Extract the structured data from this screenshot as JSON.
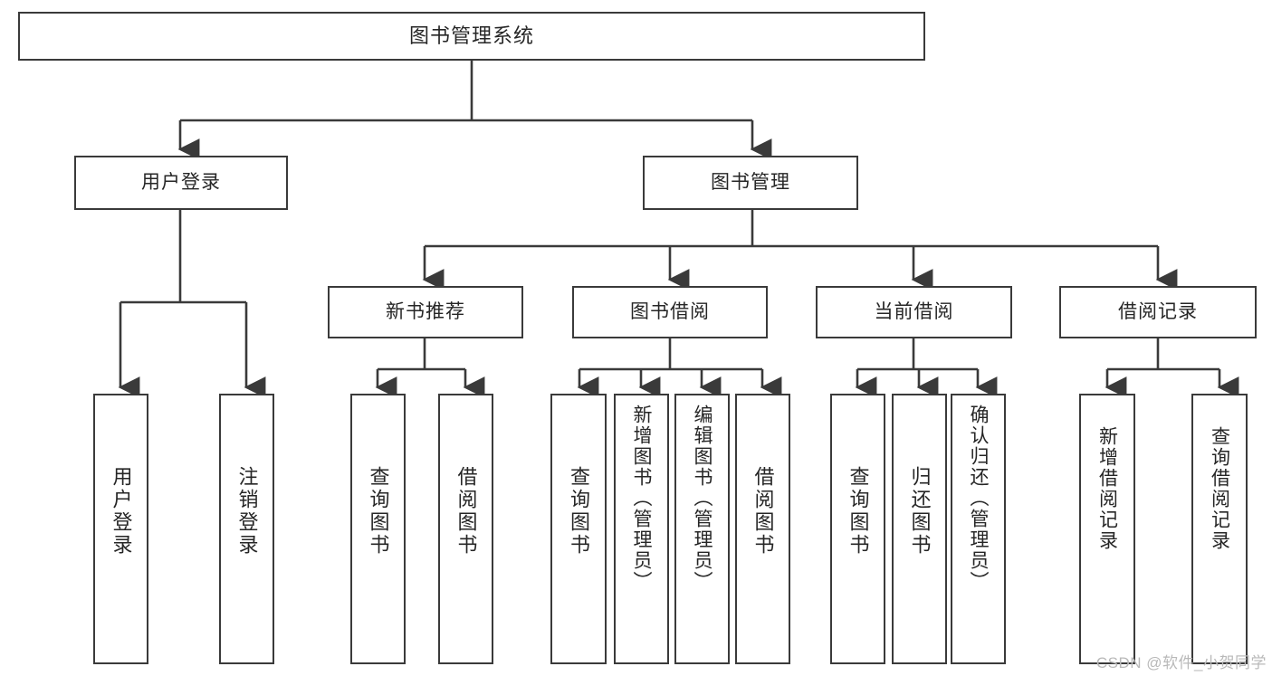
{
  "diagram": {
    "type": "tree-hierarchy-chart",
    "title": "图书管理系统",
    "background": "#ffffff",
    "line_color": "#3a3a3a",
    "text_color": "#262626",
    "root": {
      "label": "图书管理系统"
    },
    "level2": [
      {
        "id": "user-login",
        "label": "用户登录"
      },
      {
        "id": "book-manage",
        "label": "图书管理"
      }
    ],
    "level3": [
      {
        "id": "new-book-recommend",
        "label": "新书推荐",
        "parent": "book-manage"
      },
      {
        "id": "book-borrow",
        "label": "图书借阅",
        "parent": "book-manage"
      },
      {
        "id": "current-borrow",
        "label": "当前借阅",
        "parent": "book-manage"
      },
      {
        "id": "borrow-record",
        "label": "借阅记录",
        "parent": "book-manage"
      }
    ],
    "leaves": {
      "user_login": [
        {
          "id": "leaf-user-login",
          "label": "用户登录"
        },
        {
          "id": "leaf-user-logout",
          "label": "注销登录"
        }
      ],
      "new_book_recommend": [
        {
          "id": "leaf-query-book-1",
          "label": "查询图书"
        },
        {
          "id": "leaf-borrow-book-1",
          "label": "借阅图书"
        }
      ],
      "book_borrow": [
        {
          "id": "leaf-query-book-2",
          "label": "查询图书"
        },
        {
          "id": "leaf-add-book",
          "label": "新增图书（管理员）"
        },
        {
          "id": "leaf-edit-book",
          "label": "编辑图书（管理员）"
        },
        {
          "id": "leaf-borrow-book-2",
          "label": "借阅图书"
        }
      ],
      "current_borrow": [
        {
          "id": "leaf-query-book-3",
          "label": "查询图书"
        },
        {
          "id": "leaf-return-book",
          "label": "归还图书"
        },
        {
          "id": "leaf-confirm-return",
          "label": "确认归还（管理员）"
        }
      ],
      "borrow_record": [
        {
          "id": "leaf-add-record",
          "label": "新增借阅记录"
        },
        {
          "id": "leaf-query-record",
          "label": "查询借阅记录"
        }
      ]
    }
  },
  "watermark": {
    "text": "CSDN @软件_小贺同学"
  }
}
